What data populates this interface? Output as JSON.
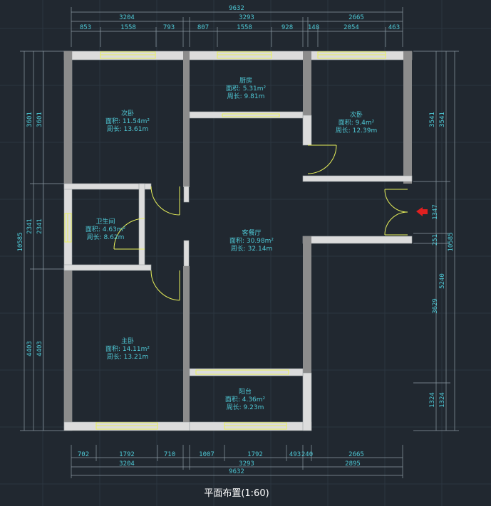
{
  "title": "平面布置(1:60)",
  "top_dims": {
    "total": "9632",
    "segments": [
      "3204",
      "3293",
      "2665"
    ],
    "details": [
      "853",
      "1558",
      "793",
      "807",
      "1558",
      "928",
      "148",
      "2054",
      "463"
    ]
  },
  "bottom_dims": {
    "details": [
      "702",
      "1792",
      "710",
      "1007",
      "1792",
      "493",
      "240",
      "2665"
    ],
    "segments": [
      "3204",
      "3293",
      "2895"
    ],
    "total": "9632"
  },
  "left_dims": {
    "total": "10585",
    "segments": [
      "3601",
      "2341",
      "4403"
    ],
    "inner": [
      "3601",
      "2341",
      "4403"
    ]
  },
  "right_dims": {
    "total": "10585",
    "segments": [
      "3541",
      "1347",
      "251",
      "3629",
      "5240",
      "1324"
    ],
    "inner": [
      "3541",
      "1324"
    ]
  },
  "rooms": [
    {
      "name": "次卧",
      "area": "面积: 11.54m²",
      "perimeter": "周长: 13.61m"
    },
    {
      "name": "厨房",
      "area": "面积: 5.31m²",
      "perimeter": "周长: 9.81m"
    },
    {
      "name": "次卧",
      "area": "面积: 9.4m²",
      "perimeter": "周长: 12.39m"
    },
    {
      "name": "卫生间",
      "area": "面积: 4.63m²",
      "perimeter": "周长: 8.62m"
    },
    {
      "name": "客餐厅",
      "area": "面积: 30.98m²",
      "perimeter": "周长: 32.14m"
    },
    {
      "name": "主卧",
      "area": "面积: 14.11m²",
      "perimeter": "周长: 13.21m"
    },
    {
      "name": "阳台",
      "area": "面积: 4.36m²",
      "perimeter": "周长: 9.23m"
    }
  ],
  "colors": {
    "background": "#212830",
    "dimension_text": "#4fc9d6",
    "wall": "#dcdcdc",
    "window_door": "#e8f05a",
    "entry_arrow": "#e02020"
  },
  "icons": [
    "entry-arrow-icon"
  ]
}
